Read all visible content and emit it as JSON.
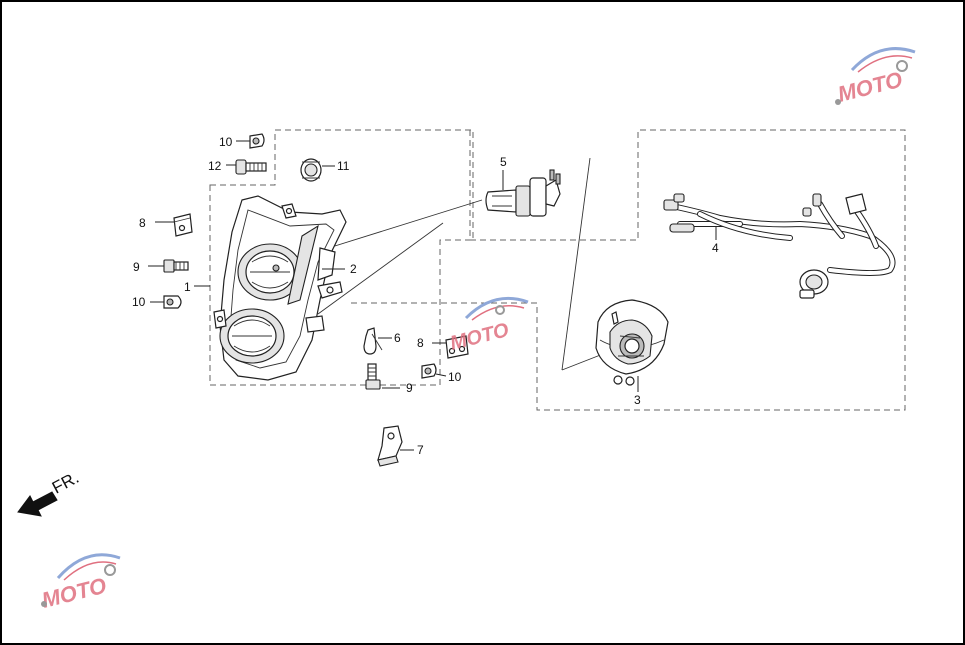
{
  "direction_label": "FR.",
  "callouts": [
    {
      "id": "c1",
      "text": "1"
    },
    {
      "id": "c2",
      "text": "2"
    },
    {
      "id": "c3",
      "text": "3"
    },
    {
      "id": "c4",
      "text": "4"
    },
    {
      "id": "c5",
      "text": "5"
    },
    {
      "id": "c6",
      "text": "6"
    },
    {
      "id": "c7",
      "text": "7"
    },
    {
      "id": "c8a",
      "text": "8"
    },
    {
      "id": "c8b",
      "text": "8"
    },
    {
      "id": "c9a",
      "text": "9"
    },
    {
      "id": "c9b",
      "text": "9"
    },
    {
      "id": "c10a",
      "text": "10"
    },
    {
      "id": "c10b",
      "text": "10"
    },
    {
      "id": "c10c",
      "text": "10"
    },
    {
      "id": "c11",
      "text": "11"
    },
    {
      "id": "c12",
      "text": "12"
    }
  ],
  "watermark": {
    "text": "MOTO",
    "accent_color": "#e07080",
    "swoosh_color": "#8fa8d8"
  },
  "colors": {
    "frame": "#000000",
    "line": "#222222",
    "dashed": "#666666"
  }
}
